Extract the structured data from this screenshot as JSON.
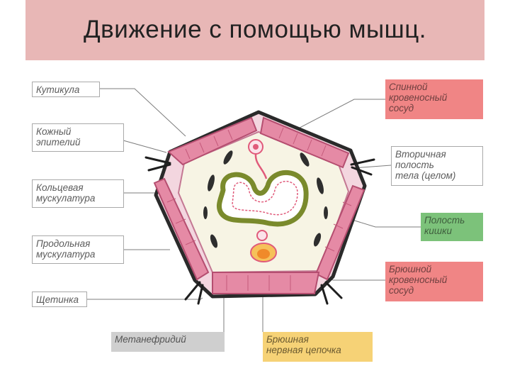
{
  "slide": {
    "title": "Движение с помощью мышц."
  },
  "labels": {
    "cuticle": "Кутикула",
    "skin_epithelium": "Кожный\nэпителий",
    "circular_muscles": "Кольцевая\nмускулатура",
    "longitudinal_muscles": "Продольная\nмускулатура",
    "bristle": "Щетинка",
    "dorsal_vessel": "Спинной\nкровеносный\nсосуд",
    "secondary_cavity": "Вторичная\nполость\nтела (целом)",
    "gut_cavity": "Полость\nкишки",
    "ventral_vessel": "Брюшной\nкровеносный\nсосуд",
    "metanephridium": "Метанефридий",
    "nerve_chain": "Брюшная\nнервная цепочка"
  },
  "colors": {
    "header_bg": "#e8b7b6",
    "muscle": "#e58aa5",
    "muscle_dark": "#c55a7b",
    "body_wall": "#f3d6df",
    "outline": "#2a2a2a",
    "cavity": "#f7f4e4",
    "gut_wall": "#7a8a2c",
    "vessel": "#e05a7a",
    "nerve": "#f08a2a"
  }
}
